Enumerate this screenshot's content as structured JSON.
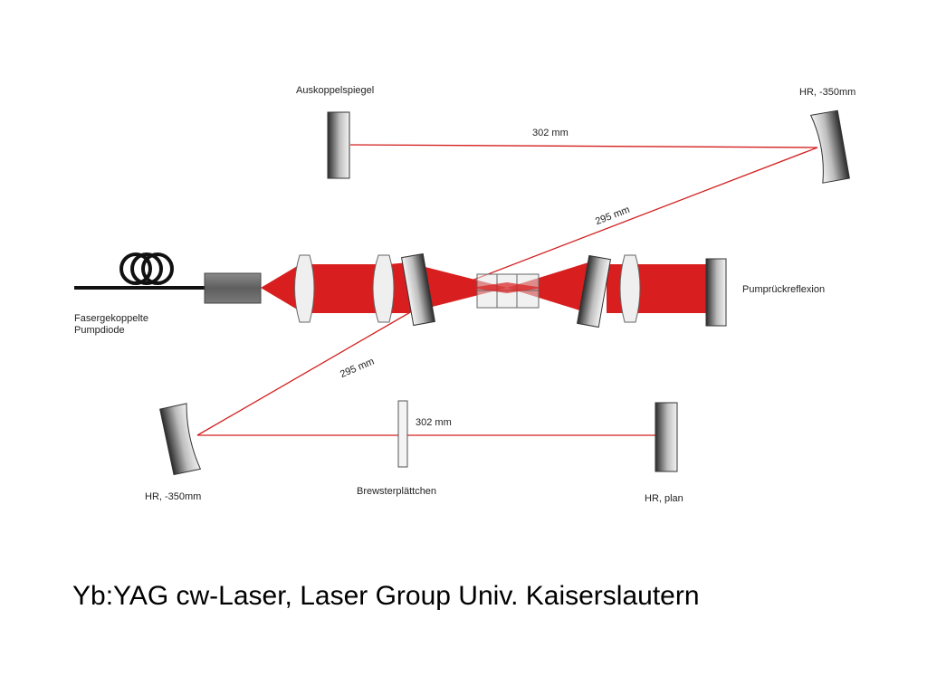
{
  "diagram": {
    "labels": {
      "output_mirror": "Auskoppelspiegel",
      "hr_top": "HR, -350mm",
      "dist_top": "302 mm",
      "dist_diag_upper": "295 mm",
      "pump_reflection": "Pumprückreflexion",
      "pump_diode": "Fasergekoppelte\nPumpdiode",
      "dist_diag_lower": "295 mm",
      "dist_bottom": "302 mm",
      "hr_bottom": "HR, -350mm",
      "brewster_plate": "Brewsterplättchen",
      "hr_plan": "HR, plan"
    },
    "colors": {
      "beam": "#d42020",
      "pump_beam": "#d81e1e",
      "fiber": "#111111",
      "mirror_dark": "#333333",
      "housing": "#6a6a6a"
    }
  },
  "caption": "Yb:YAG cw-Laser, Laser Group Univ. Kaiserslautern"
}
